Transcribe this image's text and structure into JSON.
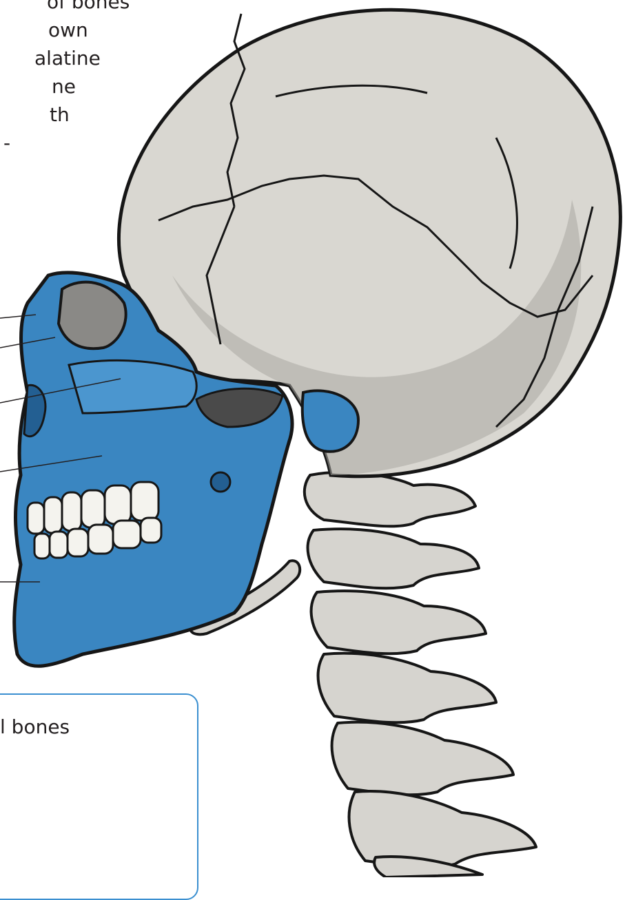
{
  "intro_text_lines": [
    "of bones",
    "own",
    "alatine",
    "ne",
    "th",
    "-"
  ],
  "info_box": {
    "text": "l bones"
  },
  "colors": {
    "skull": "#d9d7d1",
    "skull_shadow": "#a9a7a2",
    "facial_bones": "#3a86c1",
    "facial_shadow": "#235f92",
    "teeth": "#f4f3ee",
    "outline": "#161616",
    "box_border": "#3a8fd0"
  }
}
